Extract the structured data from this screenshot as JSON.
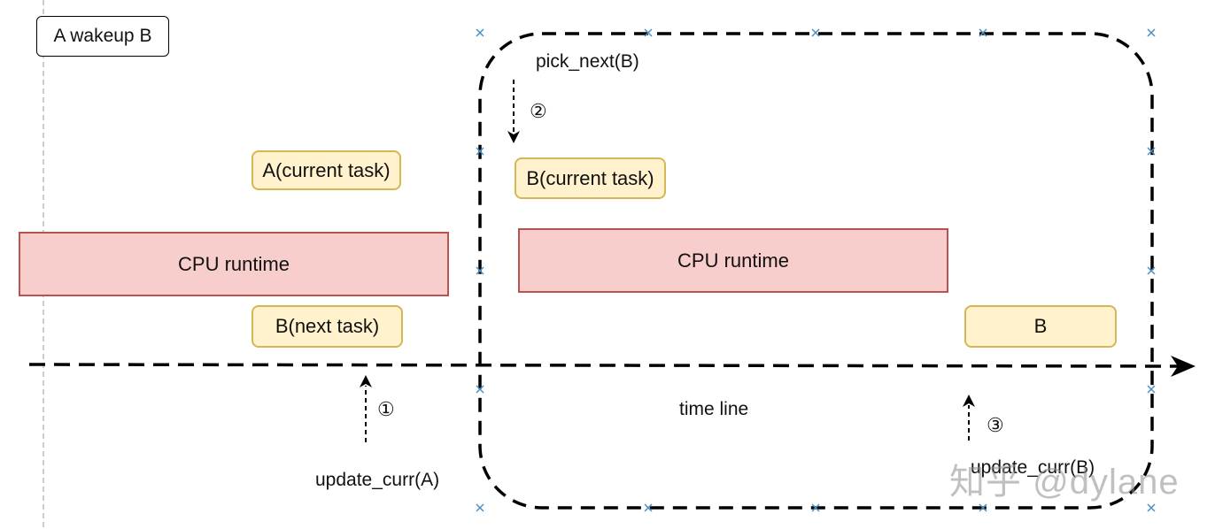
{
  "title": "A wakeup B",
  "left": {
    "current_task": "A(current task)",
    "runtime": "CPU runtime",
    "next_task": "B(next task)"
  },
  "right": {
    "current_task": "B(current task)",
    "runtime": "CPU runtime",
    "next_task": "B"
  },
  "steps": [
    {
      "number": "①",
      "label": "update_curr(A)"
    },
    {
      "number": "②",
      "label": "pick_next(B)"
    },
    {
      "number": "③",
      "label": "update_curr(B)"
    }
  ],
  "timeline_label": "time line",
  "watermark": "知乎 @dylane"
}
